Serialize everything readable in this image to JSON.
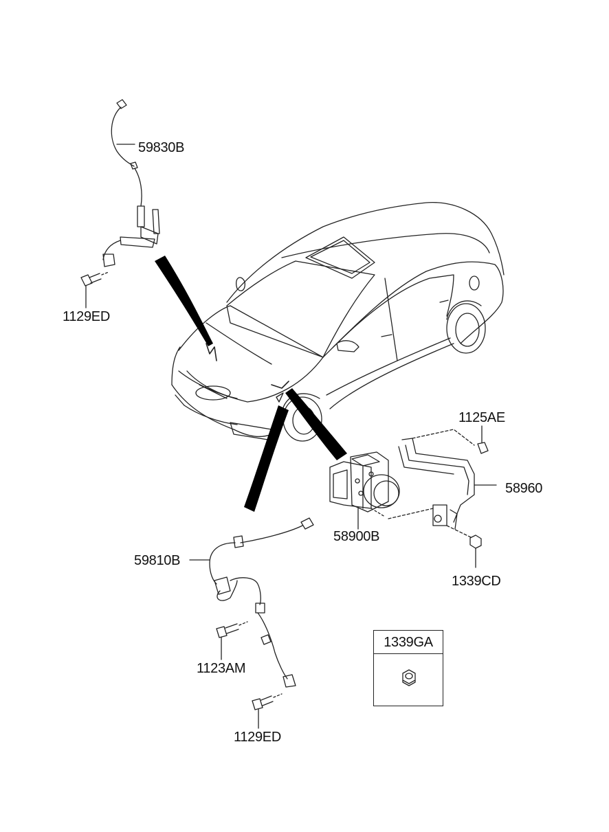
{
  "parts": {
    "front_sensor_upper": "59830B",
    "bolt_upper": "1129ED",
    "bolt_bracket": "1125AE",
    "bracket": "58960",
    "hecu_module": "58900B",
    "nut_bracket": "1339CD",
    "rear_sensor": "59810B",
    "bolt_rear_a": "1123AM",
    "bolt_rear_b": "1129ED"
  },
  "inset": {
    "label": "1339GA",
    "icon": "hex-nut-icon"
  },
  "colors": {
    "line": "#222222",
    "arrow": "#000000",
    "background": "#ffffff"
  }
}
